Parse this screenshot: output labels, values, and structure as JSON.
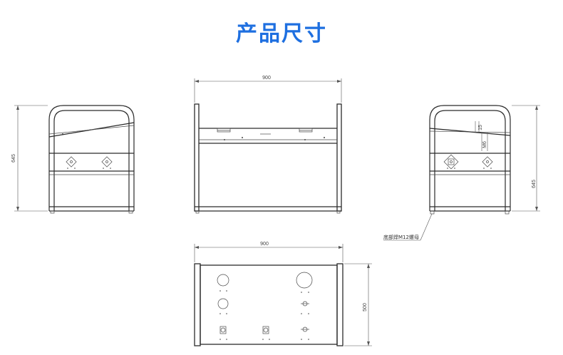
{
  "title": "产品尺寸",
  "colors": {
    "title": "#1e6fe0",
    "line": "#2b2b2b"
  },
  "dimensions": {
    "left_height": "645",
    "front_width": "900",
    "right_height": "645",
    "top_width": "900",
    "top_depth": "500",
    "detail_15": "15",
    "detail_m6": "M6"
  },
  "callouts": {
    "foot_nut": "底部焊M12螺母"
  }
}
